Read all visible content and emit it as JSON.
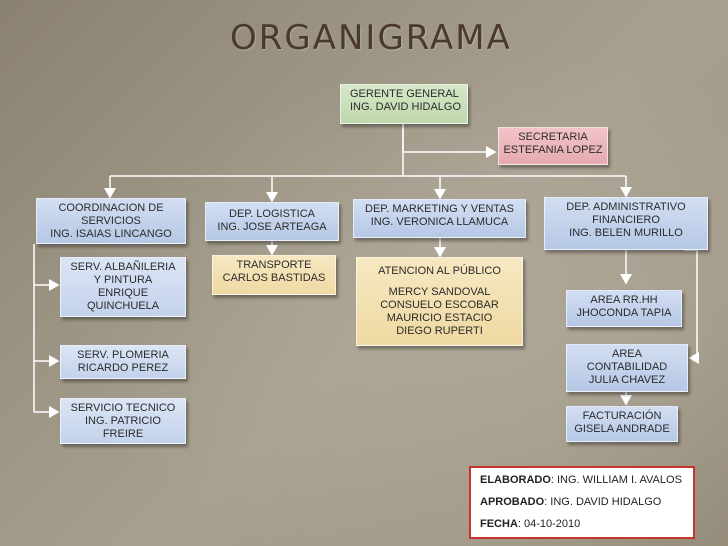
{
  "title": "ORGANIGRAMA",
  "nodes": {
    "gerente": [
      "GERENTE GENERAL",
      "ING. DAVID HIDALGO"
    ],
    "secretaria": [
      "SECRETARIA",
      "ESTEFANIA LOPEZ"
    ],
    "coordinacion": [
      "COORDINACION DE",
      "SERVICIOS",
      "ING. ISAIAS LINCANGO"
    ],
    "logistica": [
      "DEP. LOGISTICA",
      "ING. JOSE ARTEAGA"
    ],
    "marketing": [
      "DEP. MARKETING Y VENTAS",
      "ING. VERONICA LLAMUCA"
    ],
    "administrativo": [
      "DEP. ADMINISTRATIVO",
      "FINANCIERO",
      "ING. BELEN MURILLO"
    ],
    "albanileria": [
      "SERV. ALBAÑILERIA",
      "Y PINTURA",
      "ENRIQUE",
      "QUINCHUELA"
    ],
    "transporte": [
      "TRANSPORTE",
      "CARLOS BASTIDAS"
    ],
    "atencion": [
      "ATENCION AL PÚBLICO",
      "",
      "MERCY SANDOVAL",
      "CONSUELO ESCOBAR",
      "MAURICIO ESTACIO",
      "DIEGO RUPERTI"
    ],
    "rrhh": [
      "AREA RR.HH",
      "JHOCONDA TAPIA"
    ],
    "plomeria": [
      "SERV. PLOMERIA",
      "RICARDO PEREZ"
    ],
    "contabilidad": [
      "AREA",
      "CONTABILIDAD",
      "JULIA CHAVEZ"
    ],
    "tecnico": [
      "SERVICIO TECNICO",
      "ING. PATRICIO",
      "FREIRE"
    ],
    "facturacion": [
      "FACTURACIÓN",
      "GISELA ANDRADE"
    ]
  },
  "info": {
    "elaborado_label": "ELABORADO",
    "elaborado_value": ": ING. WILLIAM I. AVALOS",
    "aprobado_label": "APROBADO",
    "aprobado_value": ": ING. DAVID HIDALGO",
    "fecha_label": "FECHA",
    "fecha_value": ": 04-10-2010"
  },
  "colors": {
    "connector": "#ffffff",
    "info_border": "#c8332c",
    "title": "#4a3a2c"
  }
}
